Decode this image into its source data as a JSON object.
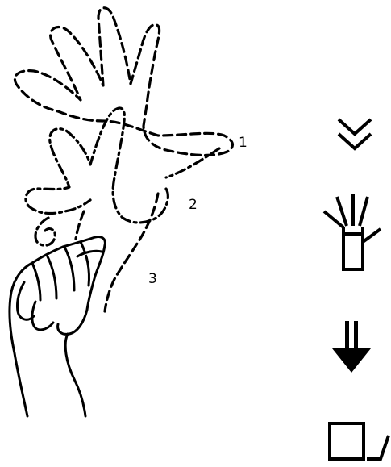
{
  "diagram": {
    "step_labels": [
      "1",
      "2",
      "3"
    ],
    "notation_symbols": [
      "double-chevron-down-icon",
      "spread-hand-icon",
      "downward-arrow-icon",
      "square-with-check-icon"
    ],
    "colors": {
      "ink": "#000000",
      "background": "#ffffff"
    }
  }
}
